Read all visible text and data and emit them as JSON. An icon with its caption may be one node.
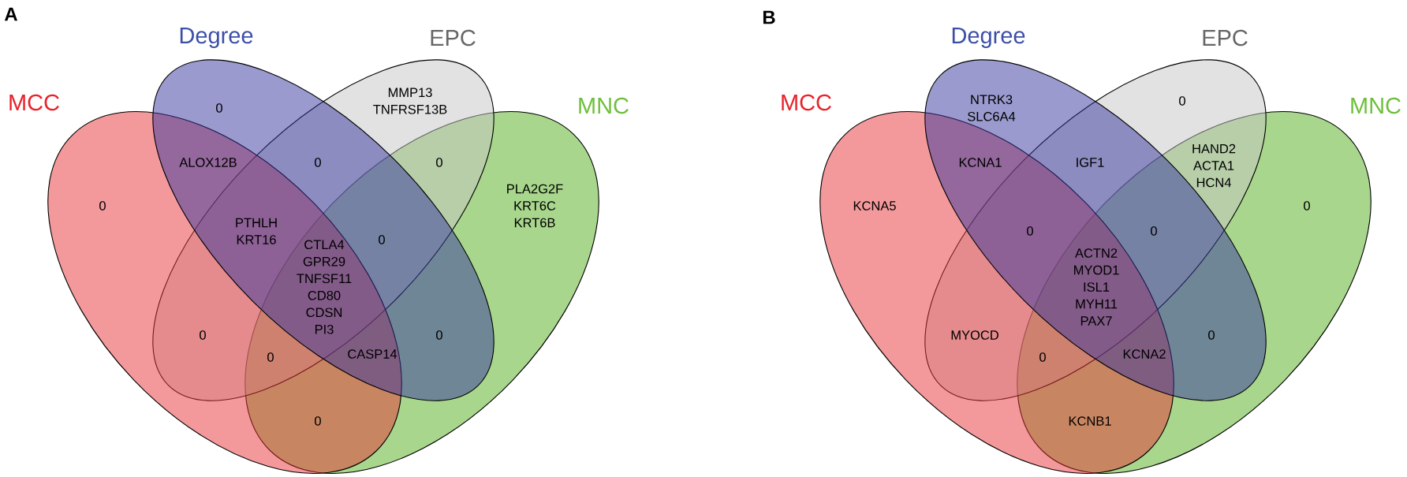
{
  "diagram": {
    "nodes": [
      {
        "text": [
          "MCC"
        ]
      },
      {
        "text": [
          "Degree"
        ]
      },
      {
        "text": [
          "EPC"
        ]
      },
      {
        "text": [
          "MNC"
        ]
      },
      {
        "text": [
          "MCC"
        ]
      },
      {
        "text": [
          "Degree"
        ]
      },
      {
        "text": [
          "EPC"
        ]
      },
      {
        "text": [
          "MNC"
        ]
      }
    ],
    "labels": [
      "A",
      "MMP13",
      "0",
      "TNFRSF13B",
      "ALOX12B",
      "0",
      "0",
      "PLA2G2F",
      "0",
      "KRT6C",
      "PTHLH",
      "KRT6B",
      "KRT16",
      "CTLA4",
      "0",
      "GPR29",
      "TNFSF11",
      "CD80",
      "CDSN",
      "0",
      "PI3",
      "0",
      "0",
      "CASP14",
      "0",
      "B",
      "NTRK3",
      "0",
      "SLC6A4",
      "HAND2",
      "KCNA1",
      "IGF1",
      "ACTA1",
      "HCN4",
      "KCNA5",
      "0",
      "0",
      "0",
      "ACTN2",
      "MYOD1",
      "ISL1",
      "MYH11",
      "PAX7",
      "MYOCD",
      "0",
      "0",
      "KCNA2",
      "KCNB1"
    ]
  }
}
